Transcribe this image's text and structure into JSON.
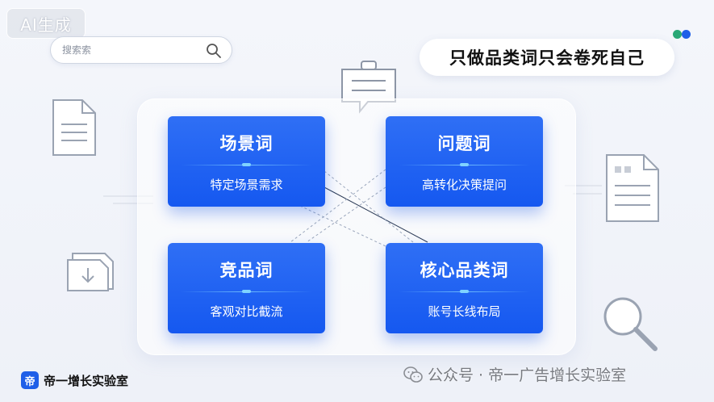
{
  "badge": {
    "text": "AI生成"
  },
  "search": {
    "placeholder": "搜索索"
  },
  "title": {
    "text": "只做品类词只会卷死自己"
  },
  "dots_colors": {
    "dot1": "#2aa876",
    "dot2": "#1f5fe8"
  },
  "cards": [
    {
      "title": "场景词",
      "subtitle": "特定场景需求"
    },
    {
      "title": "问题词",
      "subtitle": "高转化决策提问"
    },
    {
      "title": "竞品词",
      "subtitle": "客观对比截流"
    },
    {
      "title": "核心品类词",
      "subtitle": "账号长线布局"
    }
  ],
  "footer": {
    "logo_char": "帝",
    "brand": "帝一增长实验室",
    "watermark": "公众号 · 帝一广告增长实验室"
  },
  "colors": {
    "accent": "#1f5fe8",
    "card_blue": "#1558f0"
  }
}
